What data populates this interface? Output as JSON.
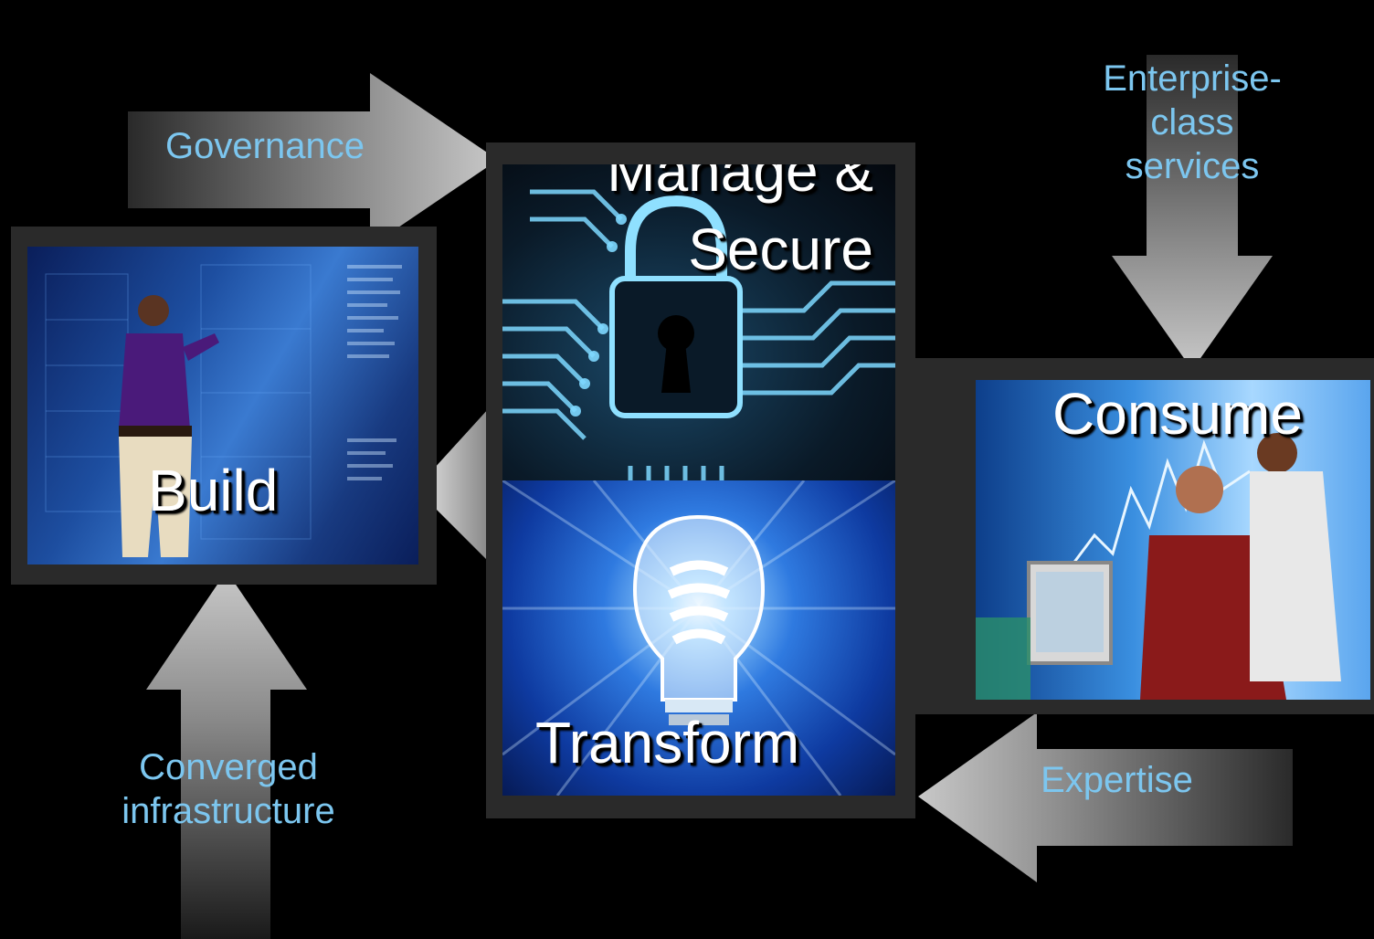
{
  "stages": {
    "build": "Build",
    "manage": "Manage &\nSecure",
    "transform": "Transform",
    "consume": "Consume"
  },
  "inputs": {
    "governance": "Governance",
    "enterprise": "Enterprise-\nclass\nservices",
    "converged": "Converged\ninfrastructure",
    "expertise": "Expertise"
  },
  "colors": {
    "label": "#7cc6ef",
    "frame": "#2a2a2a",
    "arrow": "#9a9a9a"
  },
  "icons": {
    "lock": "padlock-keyhole-icon",
    "bulb": "lightbulb-icon"
  }
}
